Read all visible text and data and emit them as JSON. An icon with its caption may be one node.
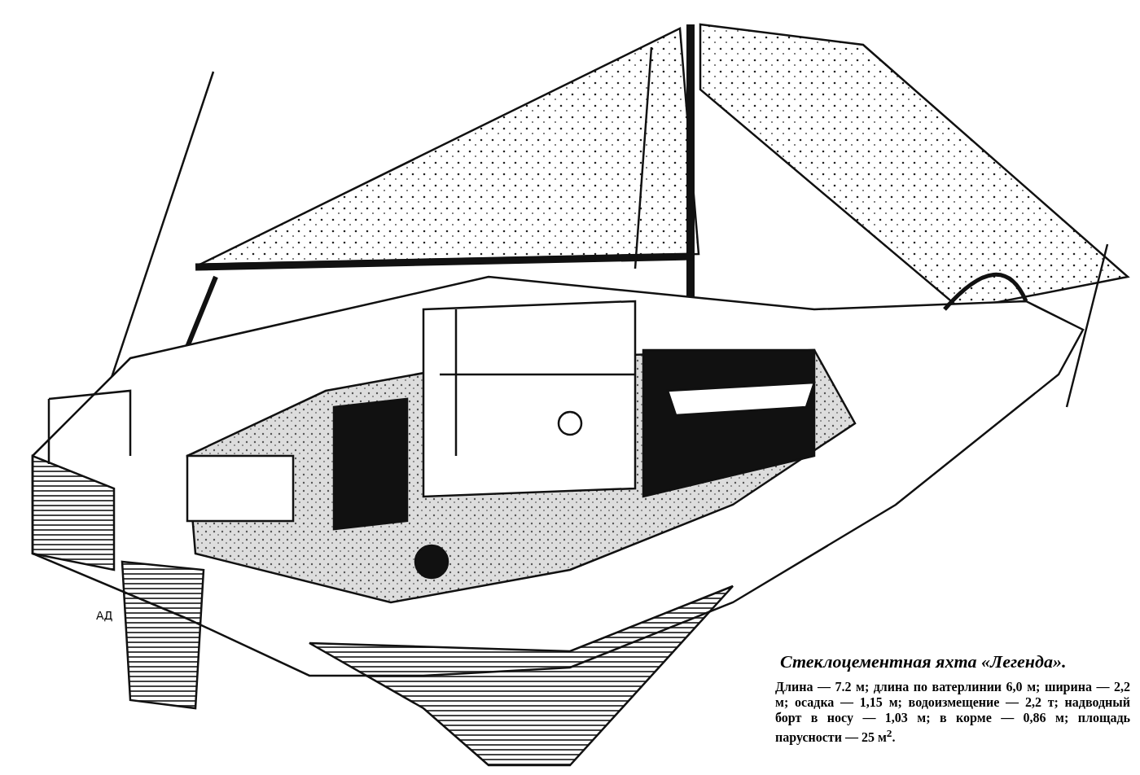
{
  "diagram": {
    "title": "Стеклоцементная яхта «Легенда».",
    "caption": "Длина — 7.2 м; длина по ватерлинии 6,0 м; ширина — 2,2 м; осадка — 1,15 м; водоизмещение — 2,2 т; надводный борт в носу — 1,03 м; в корме — 0,86 м; площадь парусности — 25 м$^{2}$.",
    "labels": [
      "АД"
    ]
  }
}
